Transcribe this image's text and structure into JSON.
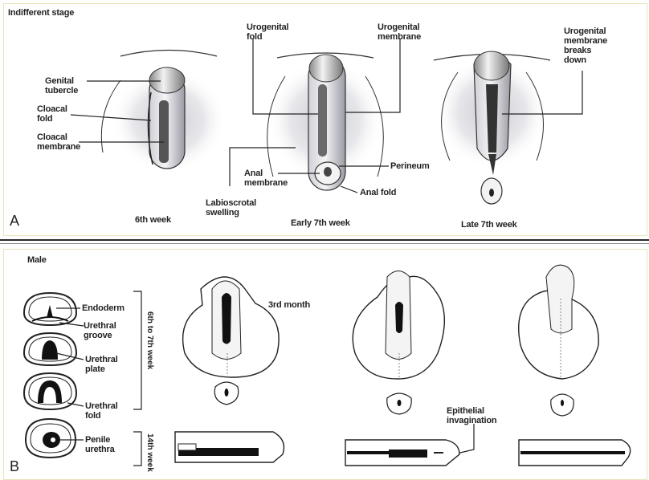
{
  "panel_a": {
    "title": "Indifferent stage",
    "letter": "A",
    "labels": {
      "genital_tubercle": "Genital\ntubercle",
      "cloacal_fold": "Cloacal\nfold",
      "cloacal_membrane": "Cloacal\nmembrane",
      "urogenital_fold": "Urogenital\nfold",
      "urogenital_membrane": "Urogenital\nmembrane",
      "urogenital_membrane_breaks": "Urogenital\nmembrane\nbreaks\ndown",
      "anal_membrane": "Anal\nmembrane",
      "perineum": "Perineum",
      "anal_fold": "Anal fold",
      "labioscrotal_swelling": "Labioscrotal\nswelling"
    },
    "stages": [
      "6th week",
      "Early 7th week",
      "Late 7th week"
    ]
  },
  "panel_b": {
    "title": "Male",
    "letter": "B",
    "labels": {
      "endoderm": "Endoderm",
      "urethral_groove": "Urethral\ngroove",
      "urethral_plate": "Urethral\nplate",
      "urethral_fold": "Urethral\nfold",
      "penile_urethra": "Penile\nurethra",
      "third_month": "3rd month",
      "epithelial_invagination": "Epithelial\ninvagination"
    },
    "vertical_labels": {
      "weeks_range": "6th to 7th week",
      "week_14": "14th week"
    }
  }
}
